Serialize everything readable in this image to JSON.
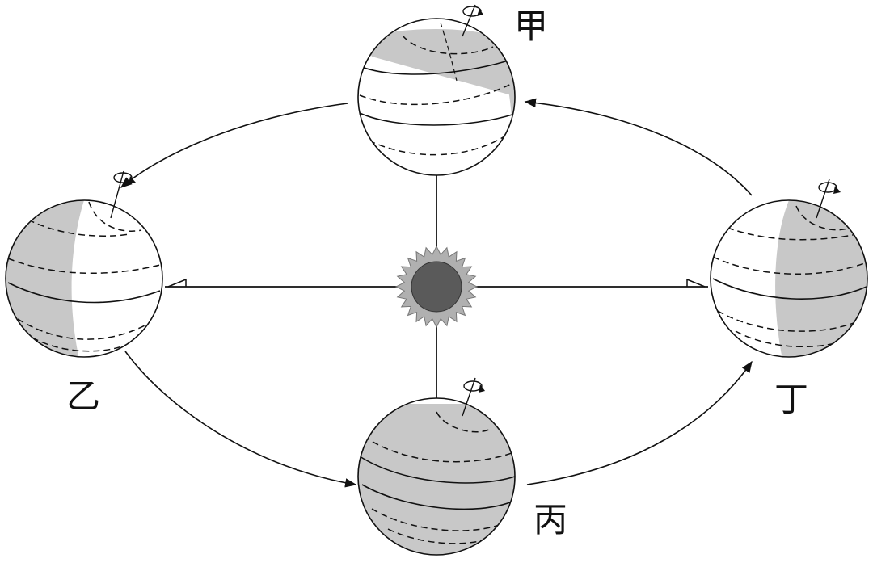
{
  "labels": {
    "jia": "甲",
    "yi": "乙",
    "bing": "丙",
    "ding": "丁"
  },
  "colors": {
    "line": "#111111",
    "night_shade": "#c8c8c8",
    "sun_core": "#5a5a5a",
    "sun_corona": "#b0b0b0",
    "globe_fill": "#ffffff"
  },
  "orbit_direction": "counterclockwise"
}
